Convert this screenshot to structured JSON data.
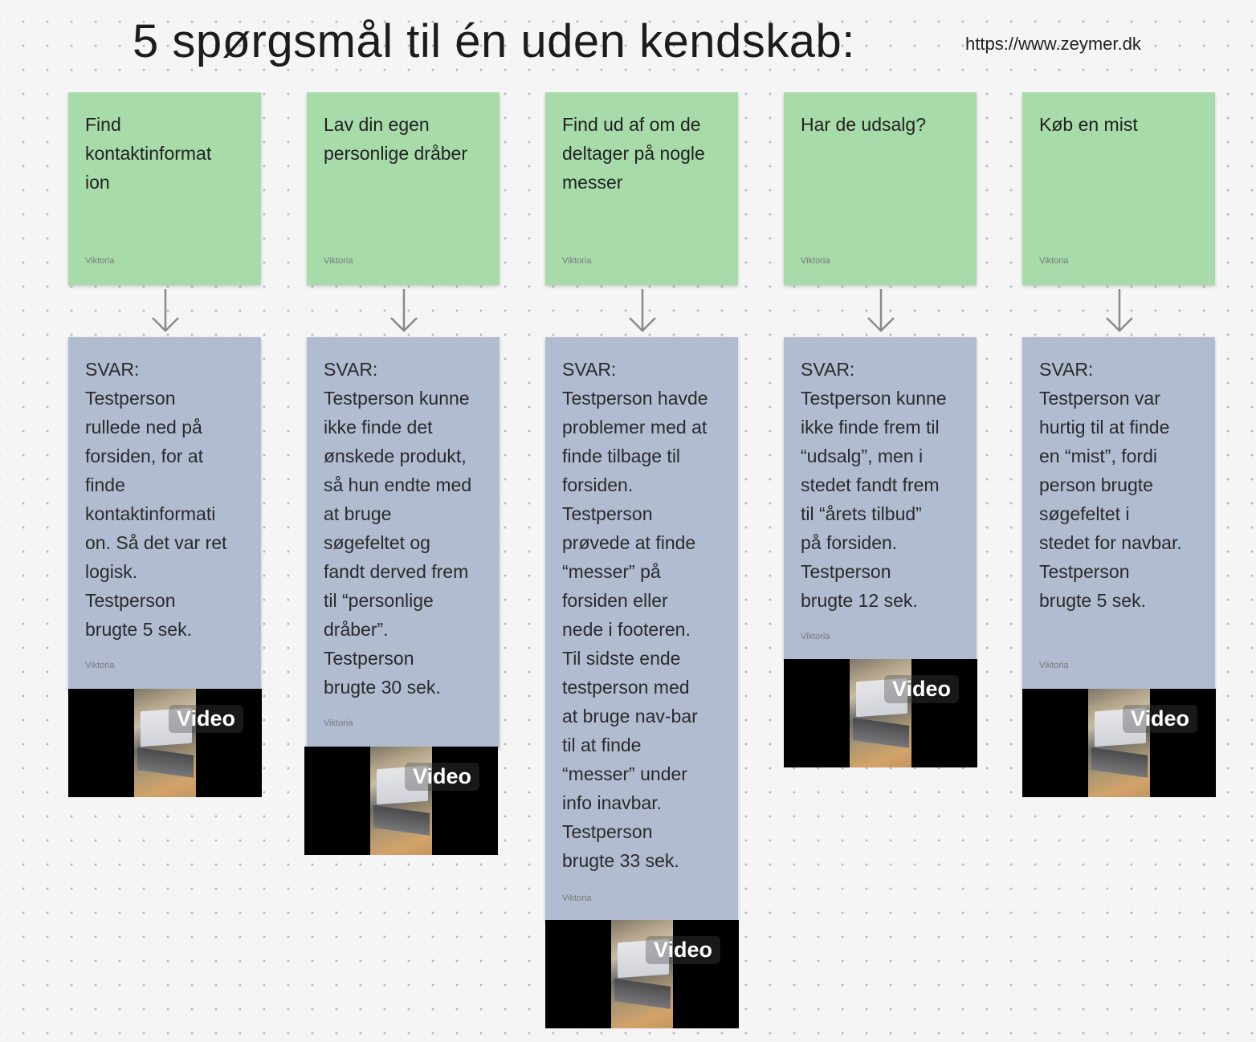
{
  "title": "5 spørgsmål til én uden kendskab:",
  "url": "https://www.zeymer.dk",
  "author": "Viktoria",
  "video_label": "Video",
  "columns": [
    {
      "question": "Find\nkontaktinformat\nion",
      "answer": "SVAR:\nTestperson\nrullede ned på\nforsiden, for at\nfinde\nkontaktinformati\non. Så det var ret\nlogisk.\nTestperson\nbrugte 5 sek."
    },
    {
      "question": "Lav din egen\npersonlige dråber",
      "answer": "SVAR:\nTestperson kunne\nikke finde det\nønskede produkt,\nså hun endte med\nat bruge\nsøgefeltet og\nfandt derved frem\ntil “personlige\ndråber”.\nTestperson\nbrugte 30 sek."
    },
    {
      "question": "Find ud af om de\ndeltager på nogle\nmesser",
      "answer": "SVAR:\nTestperson havde\nproblemer med at\nfinde tilbage til\nforsiden.\nTestperson\nprøvede at finde\n“messer” på\nforsiden eller\nnede i footeren.\nTil sidste ende\ntestperson med\nat bruge nav-bar\ntil at finde\n“messer” under\ninfo inavbar.\nTestperson\nbrugte 33 sek."
    },
    {
      "question": "Har de udsalg?",
      "answer": "SVAR:\nTestperson kunne\nikke finde frem til\n“udsalg”, men i\nstedet fandt frem\ntil “årets tilbud”\npå forsiden.\nTestperson\nbrugte 12 sek."
    },
    {
      "question": "Køb en mist",
      "answer": "SVAR:\nTestperson var\nhurtig til at finde\nen “mist”, fordi\nperson brugte\nsøgefeltet i\nstedet for navbar.\nTestperson\nbrugte 5 sek."
    }
  ]
}
